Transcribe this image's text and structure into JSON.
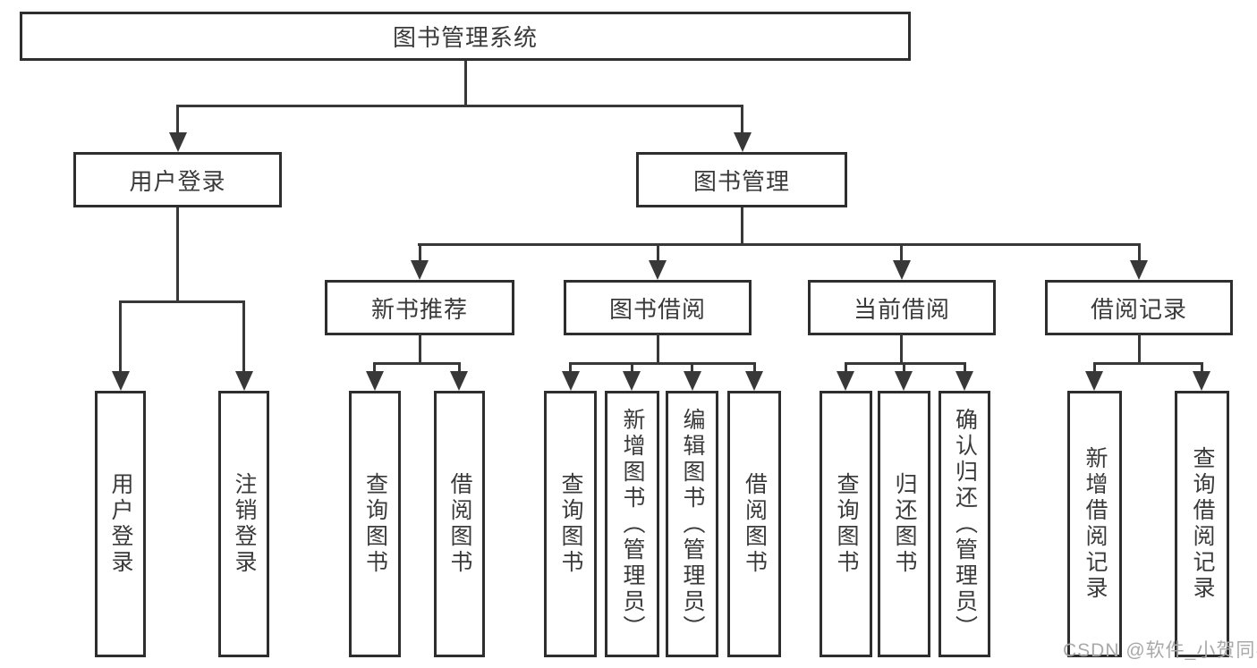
{
  "diagram": {
    "root": {
      "label": "图书管理系统"
    },
    "level2": [
      {
        "id": "user-login",
        "label": "用户登录"
      },
      {
        "id": "book-management",
        "label": "图书管理"
      }
    ],
    "level3": [
      {
        "id": "new-book-recommendation",
        "label": "新书推荐"
      },
      {
        "id": "book-borrowing",
        "label": "图书借阅"
      },
      {
        "id": "current-borrowing",
        "label": "当前借阅"
      },
      {
        "id": "borrowing-records",
        "label": "借阅记录"
      }
    ],
    "leaves": [
      {
        "id": "user-login-leaf",
        "label": "用户登录"
      },
      {
        "id": "logout",
        "label": "注销登录"
      },
      {
        "id": "query-books-recommend",
        "label": "查询图书"
      },
      {
        "id": "borrow-books-recommend",
        "label": "借阅图书"
      },
      {
        "id": "query-books-borrow",
        "label": "查询图书"
      },
      {
        "id": "add-books-admin",
        "label": "新增图书（管理员）"
      },
      {
        "id": "edit-books-admin",
        "label": "编辑图书（管理员）"
      },
      {
        "id": "borrow-books",
        "label": "借阅图书"
      },
      {
        "id": "query-books-current",
        "label": "查询图书"
      },
      {
        "id": "return-books",
        "label": "归还图书"
      },
      {
        "id": "confirm-return-admin",
        "label": "确认归还（管理员）"
      },
      {
        "id": "add-borrow-record",
        "label": "新增借阅记录"
      },
      {
        "id": "query-borrow-record",
        "label": "查询借阅记录"
      }
    ],
    "watermark": "CSDN @软件_小贺同学",
    "colors": {
      "line": "#383838",
      "border": "#2e2e2e",
      "text": "#3a3a3a",
      "watermark": "#a9a9a9",
      "background": "#ffffff"
    }
  }
}
